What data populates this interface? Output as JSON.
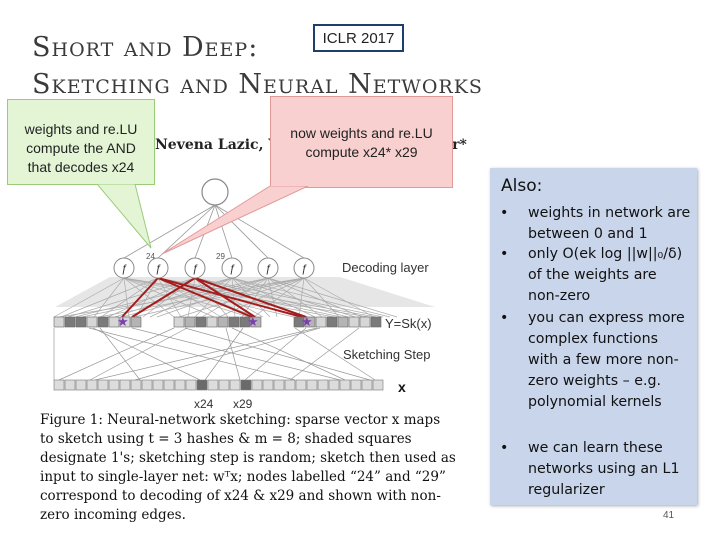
{
  "slide": {
    "title_line1": "Short and Deep:",
    "title_line2": "Sketching and Neural Networks",
    "venue": "ICLR 2017",
    "authors_start": "Nevena Lazic, Y",
    "authors_end": "war*",
    "slide_number": "41"
  },
  "callouts": {
    "green": [
      "weights and re.LU",
      "compute the AND",
      "that decodes x24"
    ],
    "red": [
      "now weights and re.LU",
      "compute x24* x29"
    ]
  },
  "diagram": {
    "decoding_label": "Decoding layer",
    "sketch_label": "Y=Sk(x)",
    "sketching_step_label": "Sketching Step",
    "x_label": "x",
    "input_label_1": "x24",
    "input_label_2": "x29",
    "node_labels": [
      "24",
      "29"
    ],
    "relu_symbol": "ƒ"
  },
  "caption": {
    "lines": [
      "Figure 1:  Neural-network sketching: sparse vector x maps",
      "to sketch using t = 3 hashes & m = 8; shaded squares",
      "designate 1's; sketching step is random; sketch then used as",
      "input to single-layer net: wᵀx; nodes labelled “24” and “29”",
      "correspond to decoding of x24 & x29 and shown with non-",
      "zero incoming edges."
    ]
  },
  "panel": {
    "heading": "Also:",
    "bullet": "•",
    "items": [
      "weights in network are between 0 and 1",
      "only O(ek log ||w||₀/δ) of the weights are non-zero",
      "you can express more complex functions with a few more non-zero weights – e.g. polynomial kernels",
      "we can learn these networks using an L1 regularizer"
    ]
  },
  "colors": {
    "panel_bg": "#c8d5ea",
    "green_callout": "#e4f5d6",
    "red_callout": "#f8d0cf",
    "highlight_edges": "#a51c1c",
    "star": "#7a3fb0"
  }
}
